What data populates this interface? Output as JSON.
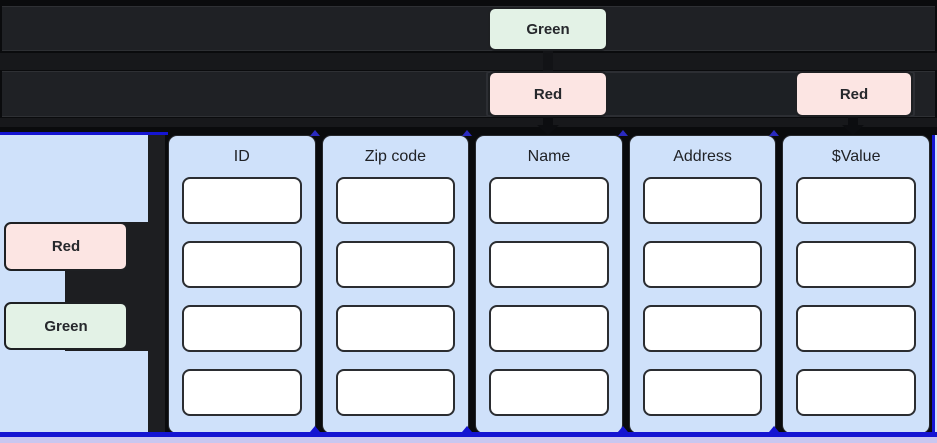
{
  "badges": {
    "top_green": "Green",
    "top_red_center": "Red",
    "top_red_right": "Red",
    "left_red": "Red",
    "left_green": "Green"
  },
  "table": {
    "columns": [
      {
        "header": "ID",
        "cells": [
          "",
          "",
          "",
          ""
        ]
      },
      {
        "header": "Zip code",
        "cells": [
          "",
          "",
          "",
          ""
        ]
      },
      {
        "header": "Name",
        "cells": [
          "",
          "",
          "",
          ""
        ]
      },
      {
        "header": "Address",
        "cells": [
          "",
          "",
          "",
          ""
        ]
      },
      {
        "header": "$Value",
        "cells": [
          "",
          "",
          "",
          ""
        ]
      }
    ]
  },
  "colors": {
    "canvas_bg": "#0a0b0d",
    "redaction_bar": "#1f2125",
    "redaction_bar_edge": "#2e3034",
    "row_gap": "#17181b",
    "node_blue": "#cfe1fa",
    "badge_green": "#e3f2e6",
    "badge_pink": "#fce5e3",
    "shape_border": "#1e2023",
    "cell_white": "#ffffff",
    "cell_border": "#2b2d31",
    "accent_blue": "#1515d2",
    "bottom_lavender": "#c9c7f0",
    "text_dark": "#26282c"
  }
}
